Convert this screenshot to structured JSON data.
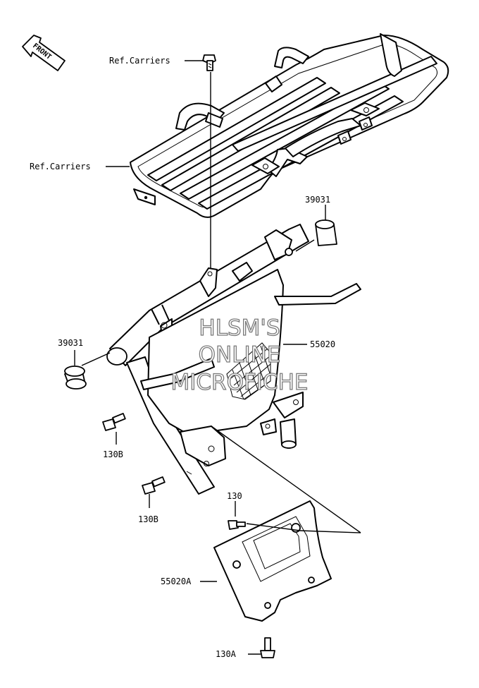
{
  "front_badge": "FRONT",
  "callouts": {
    "ref_carriers_top": "Ref.Carriers",
    "ref_carriers_left": "Ref.Carriers",
    "part_39031_right": "39031",
    "part_39031_left": "39031",
    "part_55020": "55020",
    "part_130b_upper": "130B",
    "part_130b_lower": "130B",
    "part_130": "130",
    "part_55020a": "55020A",
    "part_130a": "130A"
  },
  "watermark": [
    "HLSM'S",
    "ONLINE",
    "MICROFICHE"
  ],
  "colors": {
    "line": "#000000",
    "background": "#ffffff",
    "watermark_outline": "#7a7a7a"
  }
}
